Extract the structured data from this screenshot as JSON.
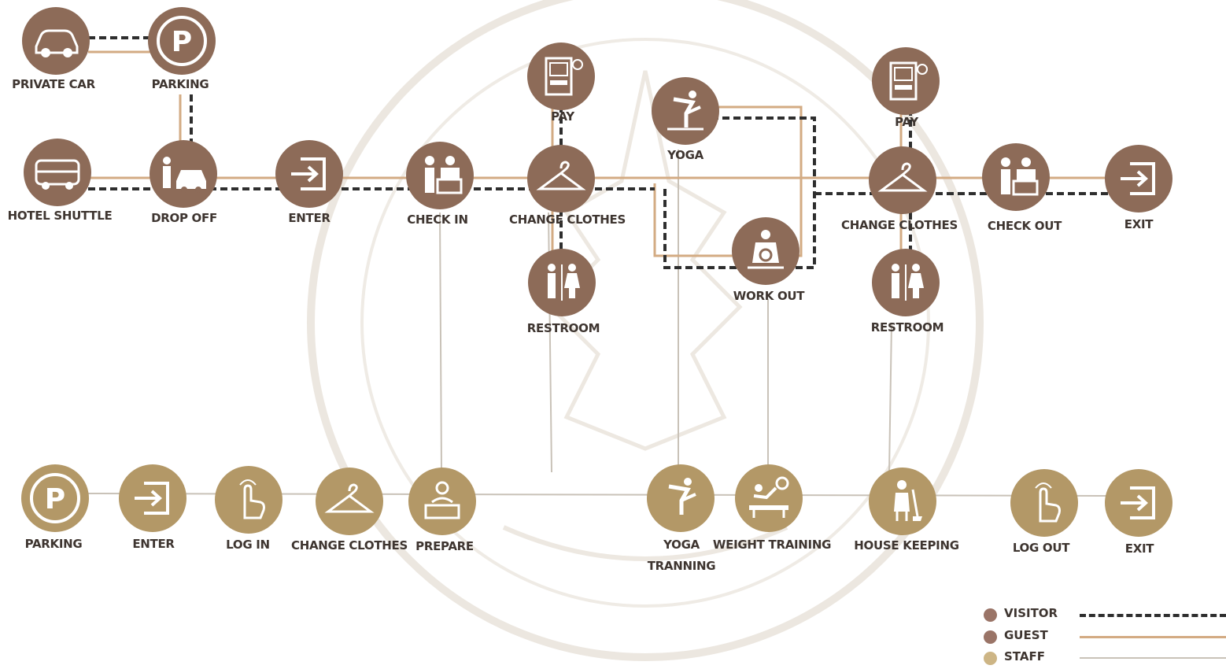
{
  "colors": {
    "visitor": "#8d6b58",
    "guest": "#d3ab83",
    "staff": "#c9c2b8",
    "staff_node": "#b39867",
    "watermark": "#e8e2da"
  },
  "top_flow": {
    "private_car": {
      "label": "PRIVATE  CAR",
      "icon": "car-icon"
    },
    "parking": {
      "label": "PARKING",
      "icon": "parking-icon"
    },
    "hotel_shuttle": {
      "label": "HOTEL SHUTTLE",
      "icon": "bus-icon"
    },
    "drop_off": {
      "label": "DROP OFF",
      "icon": "drop-off-icon"
    },
    "enter": {
      "label": "ENTER",
      "icon": "enter-icon"
    },
    "check_in": {
      "label": "CHECK IN",
      "icon": "reception-icon"
    },
    "pay_1": {
      "label": "PAY",
      "icon": "vending-machine-icon"
    },
    "change_clothes_1": {
      "label": "CHANGE CLOTHES",
      "icon": "hanger-icon"
    },
    "restroom_1": {
      "label": "RESTROOM",
      "icon": "restroom-icon"
    },
    "yoga": {
      "label": "YOGA",
      "icon": "yoga-icon"
    },
    "work_out": {
      "label": "WORK OUT",
      "icon": "workout-icon"
    },
    "pay_2": {
      "label": "PAY",
      "icon": "vending-machine-icon"
    },
    "change_clothes_2": {
      "label": "CHANGE CLOTHES",
      "icon": "hanger-icon"
    },
    "restroom_2": {
      "label": "RESTROOM",
      "icon": "restroom-icon"
    },
    "check_out": {
      "label": "CHECK OUT",
      "icon": "reception-icon"
    },
    "exit": {
      "label": "EXIT",
      "icon": "exit-icon"
    }
  },
  "staff_flow": {
    "parking": {
      "label": "PARKING",
      "icon": "parking-icon"
    },
    "enter": {
      "label": "ENTER",
      "icon": "enter-icon"
    },
    "log_in": {
      "label": "LOG IN",
      "icon": "touch-icon"
    },
    "change_clothes": {
      "label": "CHANGE CLOTHES",
      "icon": "hanger-icon"
    },
    "prepare": {
      "label": "PREPARE",
      "icon": "desk-icon"
    },
    "yoga_line1": "YOGA",
    "yoga_line2": "TRANNING",
    "yoga_icon": "yoga-icon",
    "weight_training": {
      "label": "WEIGHT TRAINING",
      "icon": "weight-training-icon"
    },
    "house_keeping": {
      "label": "HOUSE KEEPING",
      "icon": "cleaning-icon"
    },
    "log_out": {
      "label": "LOG OUT",
      "icon": "touch-icon"
    },
    "exit": {
      "label": "EXIT",
      "icon": "exit-icon"
    }
  },
  "legend": [
    {
      "label": "VISITOR",
      "style": "dashed"
    },
    {
      "label": "GUEST",
      "style": "solid"
    },
    {
      "label": "STAFF",
      "style": "thin"
    }
  ]
}
